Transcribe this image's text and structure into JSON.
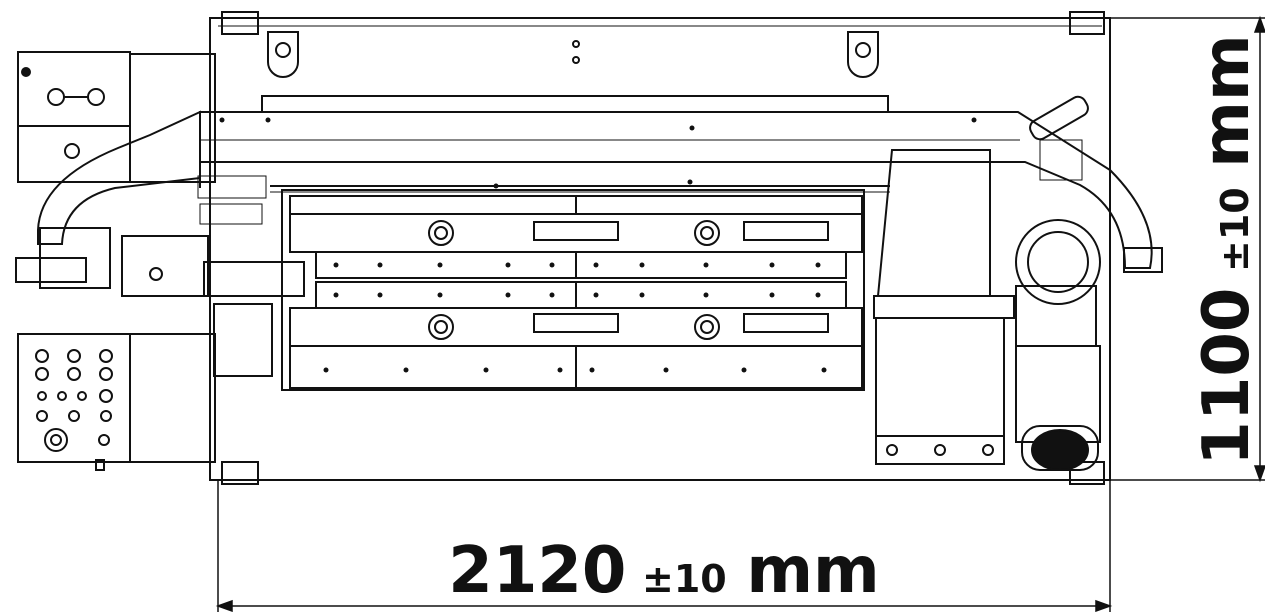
{
  "drawing": {
    "width_dimension": {
      "value": "2120",
      "tolerance": "±10",
      "unit": "mm"
    },
    "height_dimension": {
      "value": "1100",
      "tolerance": "±10",
      "unit": "mm"
    }
  },
  "colors": {
    "line": "#111111",
    "background": "#ffffff"
  }
}
